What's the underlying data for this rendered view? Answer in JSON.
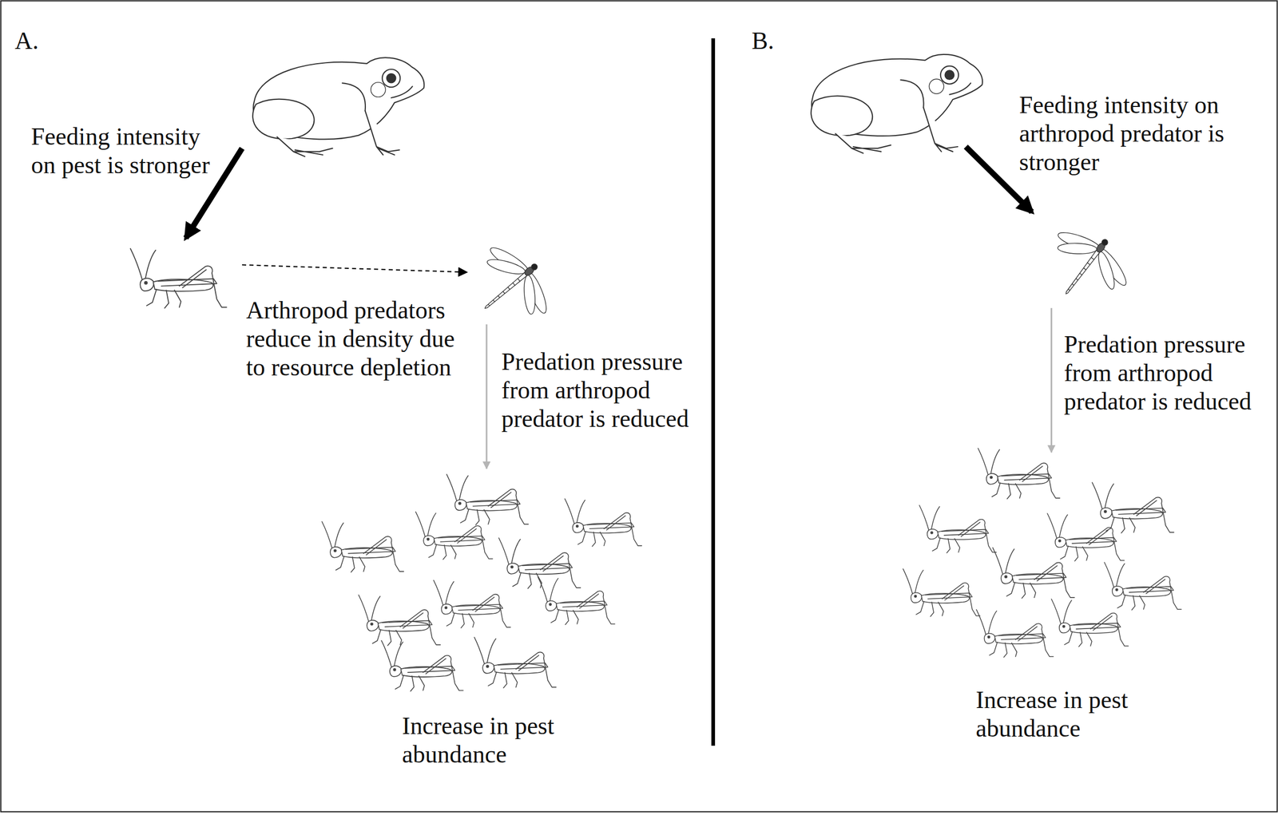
{
  "diagram": {
    "labels": [
      "A.",
      "Feeding intensity on pest is stronger",
      "Arthropod predators reduce in density due to resource depletion",
      "Predation pressure from arthropod predator is reduced",
      "Increase in pest abundance",
      "B.",
      "Feeding intensity on arthropod predator is stronger",
      "Predation pressure from arthropod predator is reduced",
      "Increase in pest abundance"
    ]
  }
}
